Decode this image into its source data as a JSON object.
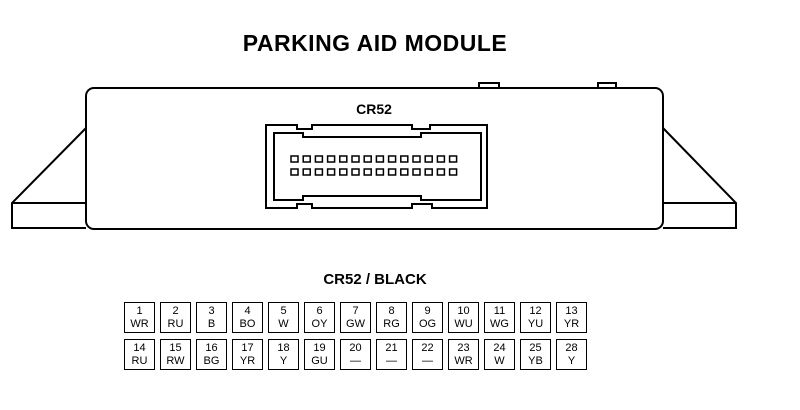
{
  "title": "PARKING AID MODULE",
  "connector_label": "CR52",
  "table_title": "CR52 / BLACK",
  "pin_rows": [
    [
      {
        "pin": "1",
        "color": "WR"
      },
      {
        "pin": "2",
        "color": "RU"
      },
      {
        "pin": "3",
        "color": "B"
      },
      {
        "pin": "4",
        "color": "BO"
      },
      {
        "pin": "5",
        "color": "W"
      },
      {
        "pin": "6",
        "color": "OY"
      },
      {
        "pin": "7",
        "color": "GW"
      },
      {
        "pin": "8",
        "color": "RG"
      },
      {
        "pin": "9",
        "color": "OG"
      },
      {
        "pin": "10",
        "color": "WU"
      },
      {
        "pin": "11",
        "color": "WG"
      },
      {
        "pin": "12",
        "color": "YU"
      },
      {
        "pin": "13",
        "color": "YR"
      }
    ],
    [
      {
        "pin": "14",
        "color": "RU"
      },
      {
        "pin": "15",
        "color": "RW"
      },
      {
        "pin": "16",
        "color": "BG"
      },
      {
        "pin": "17",
        "color": "YR"
      },
      {
        "pin": "18",
        "color": "Y"
      },
      {
        "pin": "19",
        "color": "GU"
      },
      {
        "pin": "20",
        "color": "—"
      },
      {
        "pin": "21",
        "color": "—"
      },
      {
        "pin": "22",
        "color": "—"
      },
      {
        "pin": "23",
        "color": "WR"
      },
      {
        "pin": "24",
        "color": "W"
      },
      {
        "pin": "25",
        "color": "YB"
      },
      {
        "pin": "28",
        "color": "Y"
      }
    ]
  ]
}
